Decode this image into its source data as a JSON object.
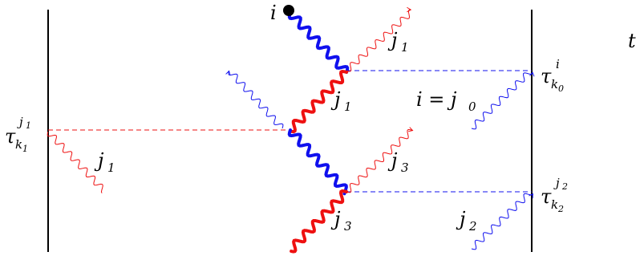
{
  "labels": {
    "i_top": "i",
    "t": "t",
    "j1_top": "j",
    "j1_top_sub": "1",
    "j1_mid": "j",
    "j1_mid_sub": "1",
    "i_eq": "i = j",
    "i_eq_sub": "0",
    "j1_left": "j",
    "j1_left_sub": "1",
    "j3_upper": "j",
    "j3_upper_sub": "3",
    "j3_lower": "j",
    "j3_lower_sub": "3",
    "j2": "j",
    "j2_sub": "2",
    "tau_right_top": "τ",
    "tau_right_top_sup": "i",
    "tau_right_top_sub": "k",
    "tau_right_top_subsub": "0",
    "tau_left": "τ",
    "tau_left_sup": "j",
    "tau_left_supsub": "1",
    "tau_left_sub": "k",
    "tau_left_subsub": "1",
    "tau_right_bottom": "τ",
    "tau_right_bottom_sup": "j",
    "tau_right_bottom_supsub": "2",
    "tau_right_bottom_sub": "k",
    "tau_right_bottom_subsub": "2"
  },
  "colors": {
    "blue": "#1010ee",
    "red": "#ee1010",
    "line": "#000000"
  }
}
